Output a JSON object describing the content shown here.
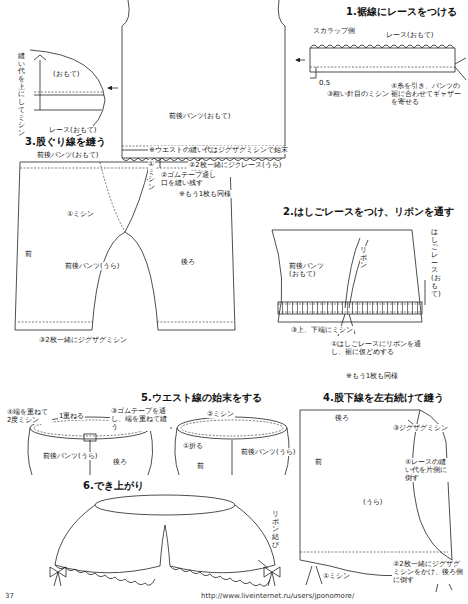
{
  "diagram": {
    "labels": [
      "1.裾線にレースをつける",
      "前後パンツ(おもて)",
      "①ミシン",
      "②2枚一緒にジグザグミシン",
      "レース(うら)",
      "※もう1枚も同様",
      "(おもて)",
      "縫い代を上にしてミシン",
      "レース(おもて)",
      "スカラップ側",
      "レース(おもて)",
      "0.5",
      "③粗い針目のミシン",
      "④糸を引き、パンツの裾に合わせてギャザーを寄せる",
      "2.はしごレースをつけ、リボンを通す",
      "前後パンツ(おもて)",
      "リボン",
      "はしごレース(おもて)",
      "③上、下端にミシン",
      "①はしごレースにリボンを通し、裾に仮どめする",
      "※もう1枚も同様",
      "3.股ぐり線を縫う",
      "前後パンツ(おもて)",
      "※ウエストの縫い代はジグザグミシンで始末",
      "②ゴムテープ通し口を縫い残す",
      "①ミシン",
      "前",
      "前後パンツ(うら)",
      "後ろ",
      "③2枚一緒にジグザグミシン",
      "5.ウエスト線の始末をする",
      "④端を重ねて2度ミシン",
      "1重ねる",
      "③ゴムテープを通し、端を重ねて縫う",
      "前後パンツ(うら)",
      "後ろ",
      "②ミシン",
      "①折る",
      "前後パンツ(うら)",
      "前",
      "4.股下線を左右続けて縫う",
      "後ろ",
      "③ジグザグミシン",
      "④レースの縫い代を片側に倒す",
      "前",
      "(うら)",
      "①ミシン",
      "②2枚一緒にジグザグミシンをかけ、後ろ側に倒す",
      "6.でき上がり",
      "リボン結び",
      "37",
      "http://www.liveinternet.ru/users/jponomore/"
    ]
  }
}
